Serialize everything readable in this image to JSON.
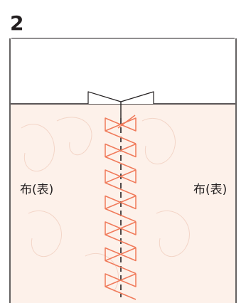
{
  "step": {
    "number": "2"
  },
  "labels": {
    "left_fabric": "布(表)",
    "right_fabric": "布(表)"
  },
  "colors": {
    "fabric": "#fdf1ea",
    "fabric_texture": "#f2d2c4",
    "stitch": "#f07a5a",
    "line": "#231f20",
    "background": "#ffffff"
  }
}
